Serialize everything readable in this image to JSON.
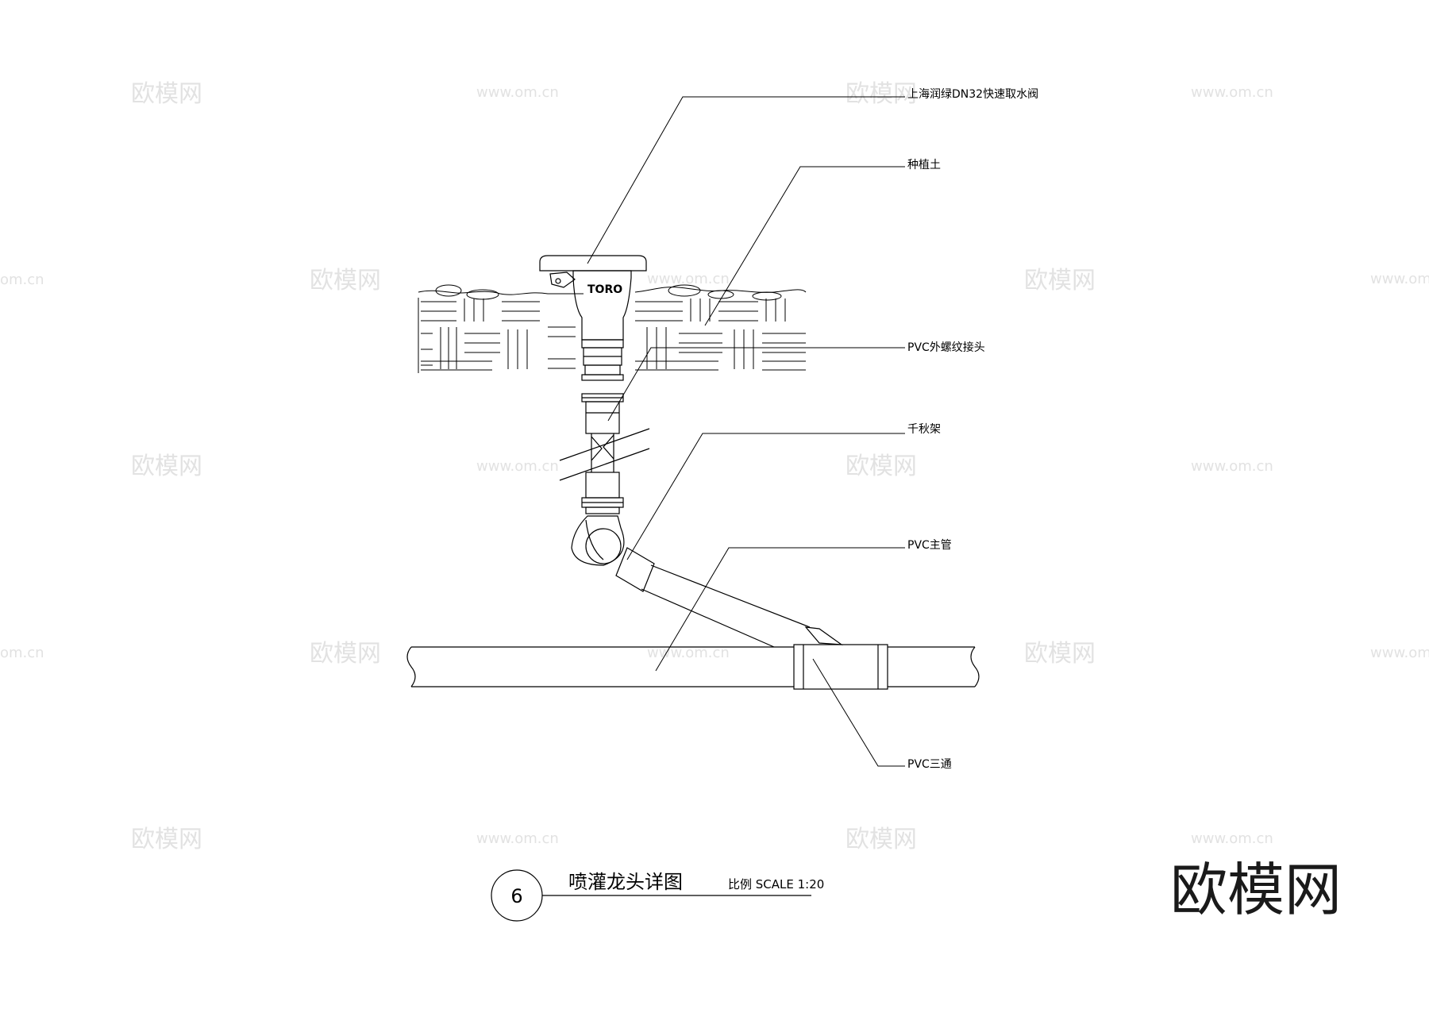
{
  "drawing": {
    "number": "6",
    "title": "喷灌龙头详图",
    "scale": "比例 SCALE 1:20",
    "brand_on_valve": "TORO"
  },
  "callouts": [
    "上海润绿DN32快速取水阀",
    "种植土",
    "PVC外螺纹接头",
    "千秋架",
    "PVC主管",
    "PVC三通"
  ],
  "watermark": {
    "logo_text": "欧模网",
    "url_text": "www.om.cn",
    "url_text_edge": "om.cn"
  },
  "colors": {
    "line": "#000000",
    "watermark": "#e2e2e2",
    "background": "#ffffff"
  }
}
